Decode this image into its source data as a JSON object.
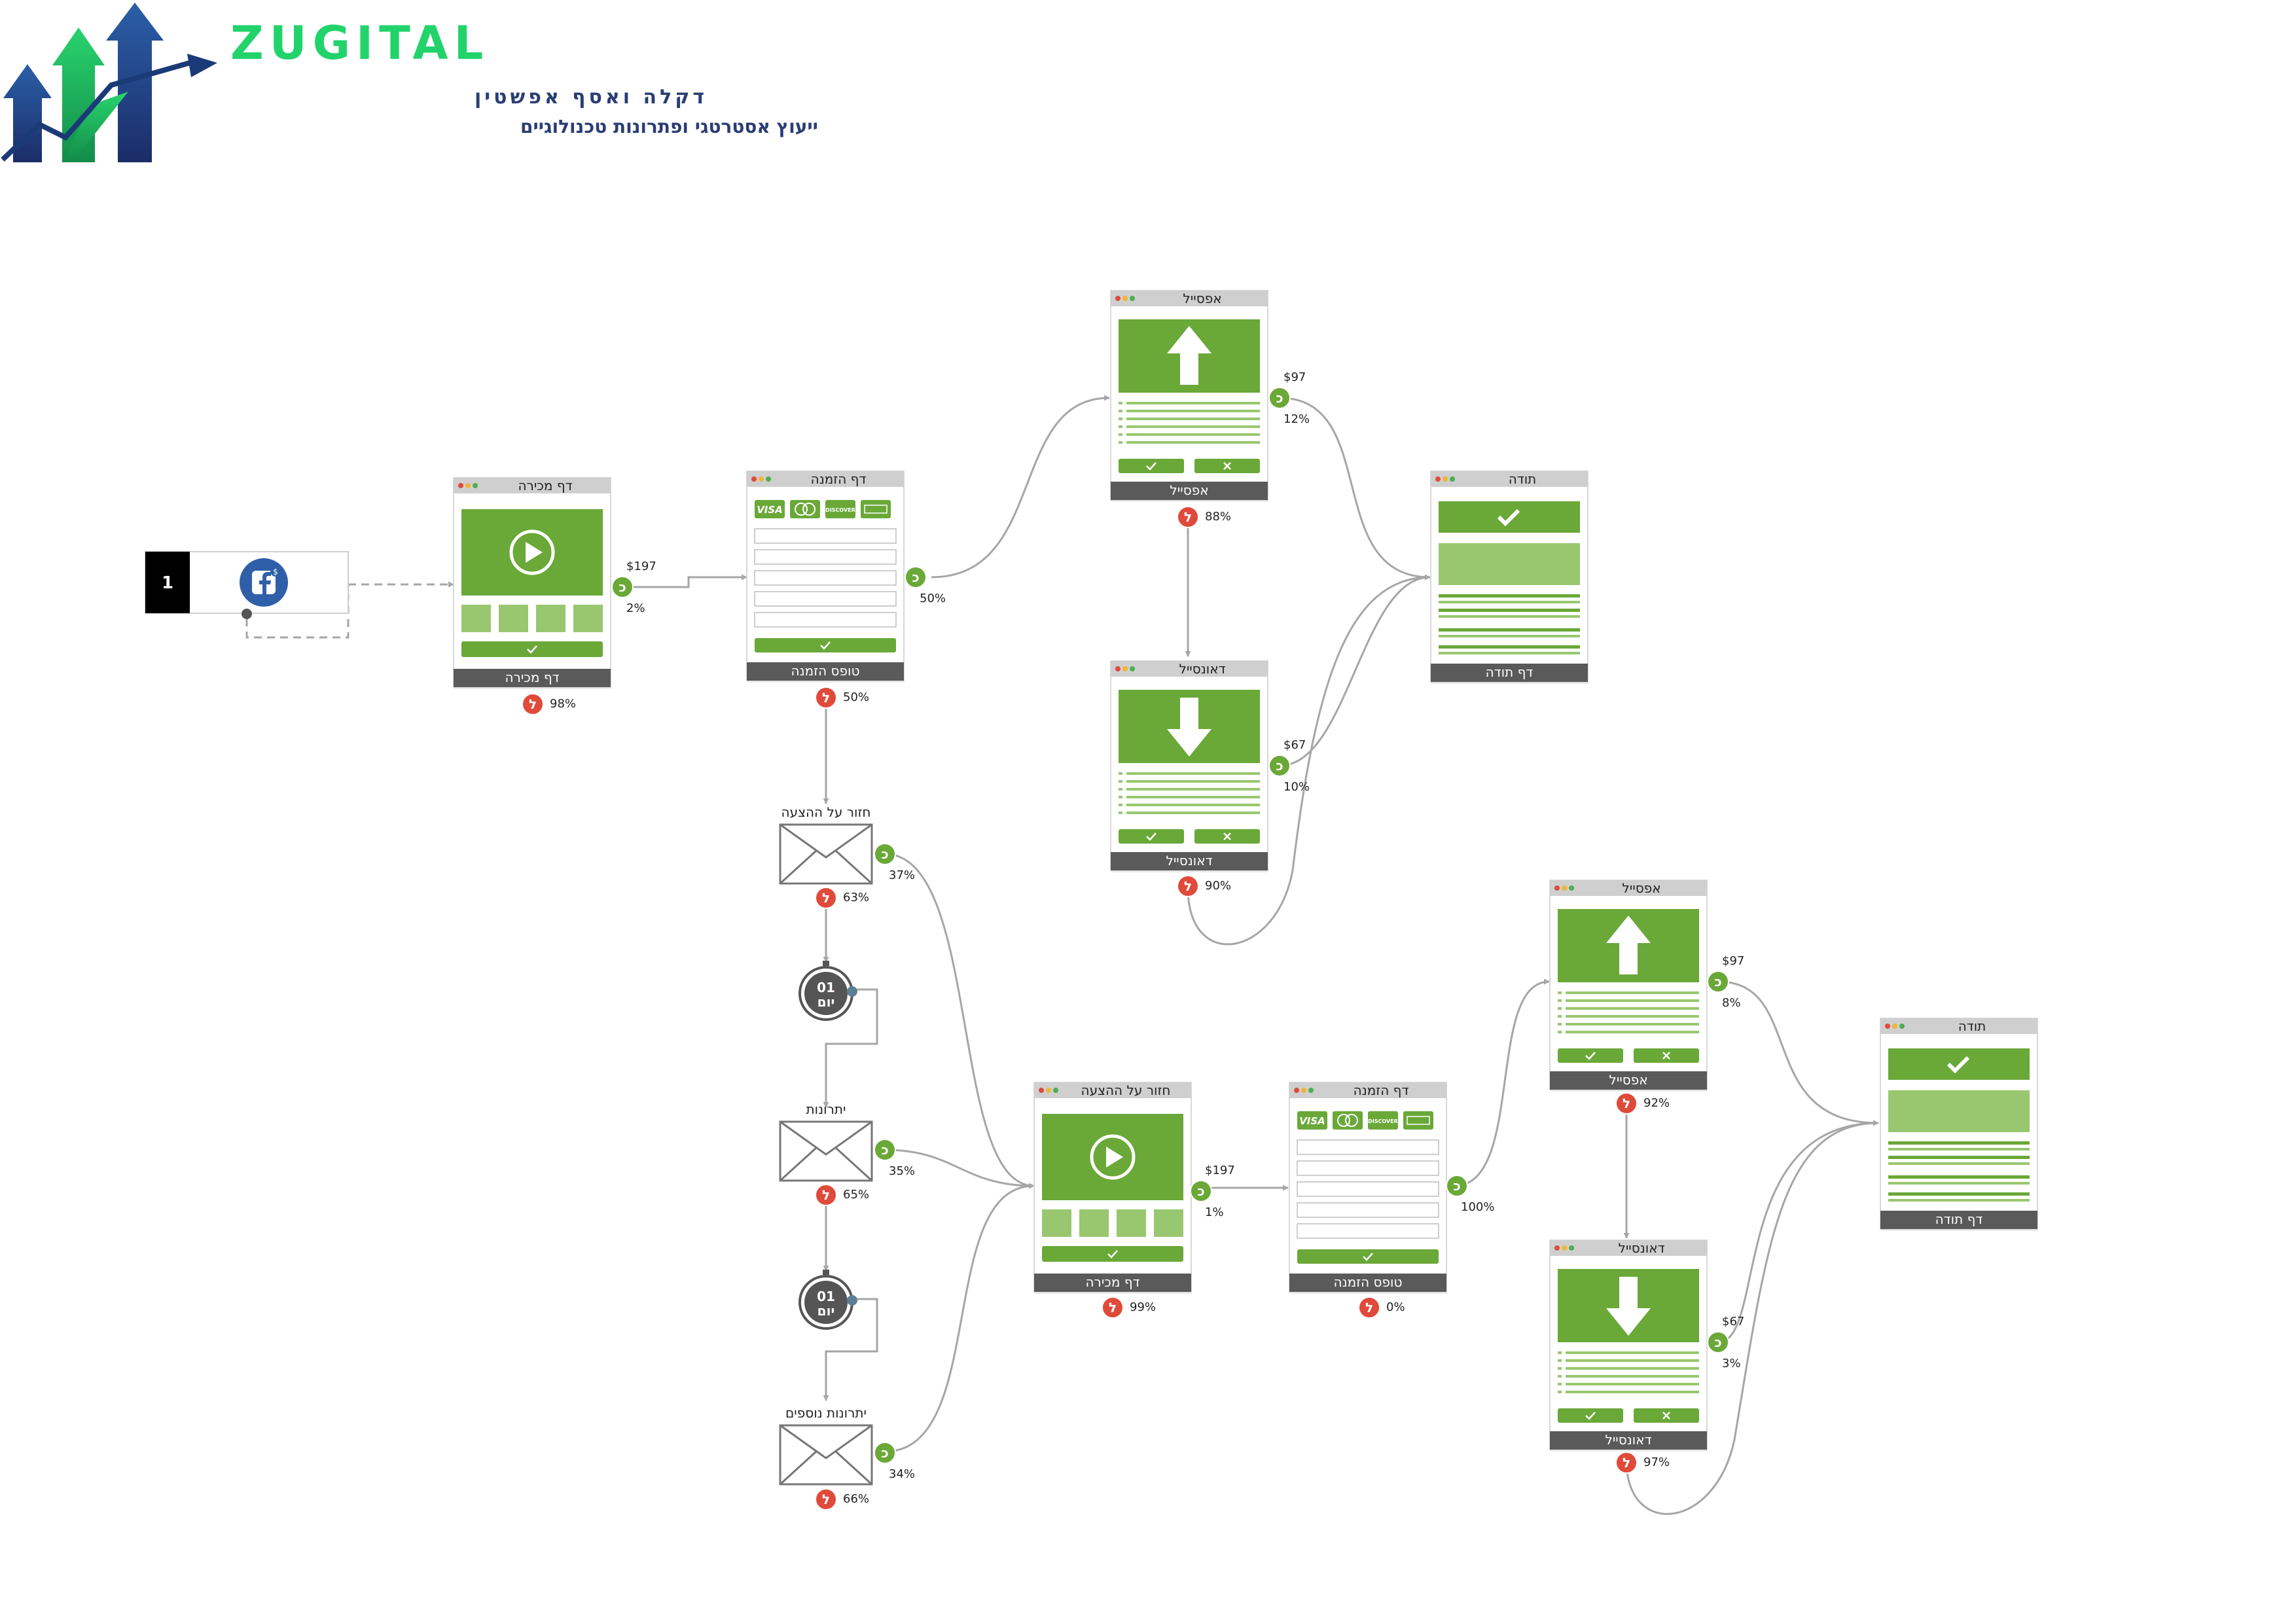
{
  "brand": {
    "name": "ZUGITAL",
    "subtitle1": "דקלה ואסף אפשטין",
    "subtitle2": "ייעוץ אסטרטגי ופתרונות טכנולוגיים"
  },
  "colors": {
    "green": "#6aa838",
    "light_green": "#99c76f",
    "red": "#e04a3b",
    "dark_bar": "#5a5a5a",
    "title_bar": "#cfcfcf",
    "connector": "#a6a6a6",
    "brand_green": "#22d36b",
    "brand_navy": "#2a3d74"
  },
  "source": {
    "step": "1",
    "icon": "facebook-ad-icon"
  },
  "pages": {
    "sales1": {
      "title": "דף מכירה",
      "label": "דף מכירה",
      "yes_value": "$197",
      "yes_pct": "2%",
      "no_pct": "98%"
    },
    "order1": {
      "title": "דף הזמנה",
      "label": "טופס הזמנה",
      "yes_pct": "50%",
      "no_pct": "50%"
    },
    "upsell1": {
      "title": "אפסייל",
      "label": "אפסייל",
      "yes_value": "$97",
      "yes_pct": "12%",
      "no_pct": "88%"
    },
    "downsell1": {
      "title": "דאונסייל",
      "label": "דאונסייל",
      "yes_value": "$67",
      "yes_pct": "10%",
      "no_pct": "90%"
    },
    "thanks1": {
      "title": "תודה",
      "label": "דף תודה"
    },
    "sales2": {
      "title": "חזור על ההצעה",
      "label": "דף מכירה",
      "yes_value": "$197",
      "yes_pct": "1%",
      "no_pct": "99%"
    },
    "order2": {
      "title": "דף הזמנה",
      "label": "טופס הזמנה",
      "yes_pct": "100%",
      "no_pct": "0%"
    },
    "upsell2": {
      "title": "אפסייל",
      "label": "אפסייל",
      "yes_value": "$97",
      "yes_pct": "8%",
      "no_pct": "92%"
    },
    "downsell2": {
      "title": "דאונסייל",
      "label": "דאונסייל",
      "yes_value": "$67",
      "yes_pct": "3%",
      "no_pct": "97%"
    },
    "thanks2": {
      "title": "תודה",
      "label": "דף תודה"
    }
  },
  "emails": {
    "email1": {
      "title": "חזור על ההצעה",
      "yes_pct": "37%",
      "no_pct": "63%"
    },
    "email2": {
      "title": "יתרונות",
      "yes_pct": "35%",
      "no_pct": "65%"
    },
    "email3": {
      "title": "יתרונות נוספים",
      "yes_pct": "34%",
      "no_pct": "66%"
    }
  },
  "timers": {
    "timer1": {
      "number": "01",
      "unit": "יום"
    },
    "timer2": {
      "number": "01",
      "unit": "יום"
    }
  },
  "badges": {
    "yes": "כ",
    "no": "ל"
  },
  "card_icons": {
    "visa": "VISA",
    "discover": "DISCOVER"
  }
}
